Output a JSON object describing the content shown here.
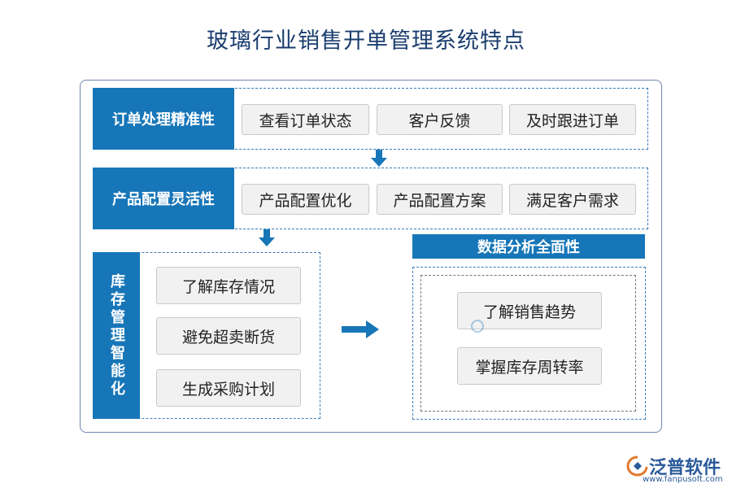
{
  "title": "玻璃行业销售开单管理系统特点",
  "sections": {
    "order": {
      "label": "订单处理精准性",
      "items": [
        "查看订单状态",
        "客户反馈",
        "及时跟进订单"
      ]
    },
    "product": {
      "label": "产品配置灵活性",
      "items": [
        "产品配置优化",
        "产品配置方案",
        "满足客户需求"
      ]
    },
    "inventory": {
      "label": "库存管理智能化",
      "items": [
        "了解库存情况",
        "避免超卖断货",
        "生成采购计划"
      ]
    },
    "analysis": {
      "label": "数据分析全面性",
      "items": [
        "了解销售趋势",
        "掌握库存周转率"
      ]
    }
  },
  "logo": {
    "name": "泛普软件",
    "url": "www.fanpusoft.com"
  },
  "colors": {
    "accent": "#1776b8",
    "title": "#1a3d6e",
    "border": "#6f86b3"
  }
}
